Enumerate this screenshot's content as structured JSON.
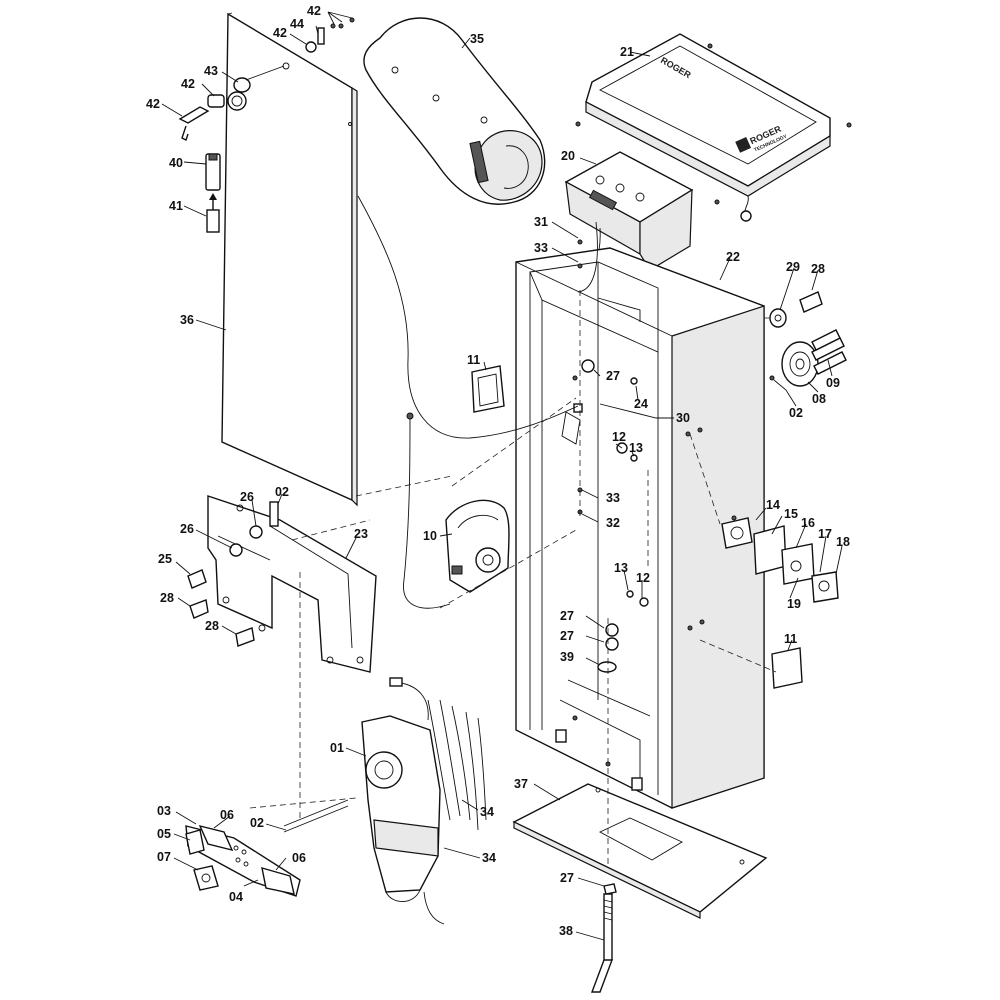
{
  "diagram": {
    "brand_label": "ROGER",
    "brand_sub": "TECHNOLOGY",
    "callouts": [
      {
        "id": "c-42a",
        "text": "42"
      },
      {
        "id": "c-44",
        "text": "44"
      },
      {
        "id": "c-42b",
        "text": "42"
      },
      {
        "id": "c-43",
        "text": "43"
      },
      {
        "id": "c-42c",
        "text": "42"
      },
      {
        "id": "c-42d",
        "text": "42"
      },
      {
        "id": "c-40",
        "text": "40"
      },
      {
        "id": "c-41",
        "text": "41"
      },
      {
        "id": "c-36",
        "text": "36"
      },
      {
        "id": "c-35",
        "text": "35"
      },
      {
        "id": "c-21",
        "text": "21"
      },
      {
        "id": "c-20",
        "text": "20"
      },
      {
        "id": "c-31",
        "text": "31"
      },
      {
        "id": "c-33a",
        "text": "33"
      },
      {
        "id": "c-22",
        "text": "22"
      },
      {
        "id": "c-29",
        "text": "29"
      },
      {
        "id": "c-28a",
        "text": "28"
      },
      {
        "id": "c-11a",
        "text": "11"
      },
      {
        "id": "c-27a",
        "text": "27"
      },
      {
        "id": "c-24",
        "text": "24"
      },
      {
        "id": "c-09",
        "text": "09"
      },
      {
        "id": "c-08",
        "text": "08"
      },
      {
        "id": "c-02a",
        "text": "02"
      },
      {
        "id": "c-30",
        "text": "30"
      },
      {
        "id": "c-12a",
        "text": "12"
      },
      {
        "id": "c-13a",
        "text": "13"
      },
      {
        "id": "c-26a",
        "text": "26"
      },
      {
        "id": "c-02b",
        "text": "02"
      },
      {
        "id": "c-26b",
        "text": "26"
      },
      {
        "id": "c-23",
        "text": "23"
      },
      {
        "id": "c-33b",
        "text": "33"
      },
      {
        "id": "c-32",
        "text": "32"
      },
      {
        "id": "c-10",
        "text": "10"
      },
      {
        "id": "c-14",
        "text": "14"
      },
      {
        "id": "c-15",
        "text": "15"
      },
      {
        "id": "c-16",
        "text": "16"
      },
      {
        "id": "c-17",
        "text": "17"
      },
      {
        "id": "c-18",
        "text": "18"
      },
      {
        "id": "c-19",
        "text": "19"
      },
      {
        "id": "c-25",
        "text": "25"
      },
      {
        "id": "c-28b",
        "text": "28"
      },
      {
        "id": "c-28c",
        "text": "28"
      },
      {
        "id": "c-13b",
        "text": "13"
      },
      {
        "id": "c-12b",
        "text": "12"
      },
      {
        "id": "c-27b",
        "text": "27"
      },
      {
        "id": "c-27c",
        "text": "27"
      },
      {
        "id": "c-39",
        "text": "39"
      },
      {
        "id": "c-11b",
        "text": "11"
      },
      {
        "id": "c-01",
        "text": "01"
      },
      {
        "id": "c-34a",
        "text": "34"
      },
      {
        "id": "c-37",
        "text": "37"
      },
      {
        "id": "c-03",
        "text": "03"
      },
      {
        "id": "c-06a",
        "text": "06"
      },
      {
        "id": "c-02c",
        "text": "02"
      },
      {
        "id": "c-05",
        "text": "05"
      },
      {
        "id": "c-34b",
        "text": "34"
      },
      {
        "id": "c-07",
        "text": "07"
      },
      {
        "id": "c-04",
        "text": "04"
      },
      {
        "id": "c-06b",
        "text": "06"
      },
      {
        "id": "c-27d",
        "text": "27"
      },
      {
        "id": "c-38",
        "text": "38"
      }
    ]
  }
}
